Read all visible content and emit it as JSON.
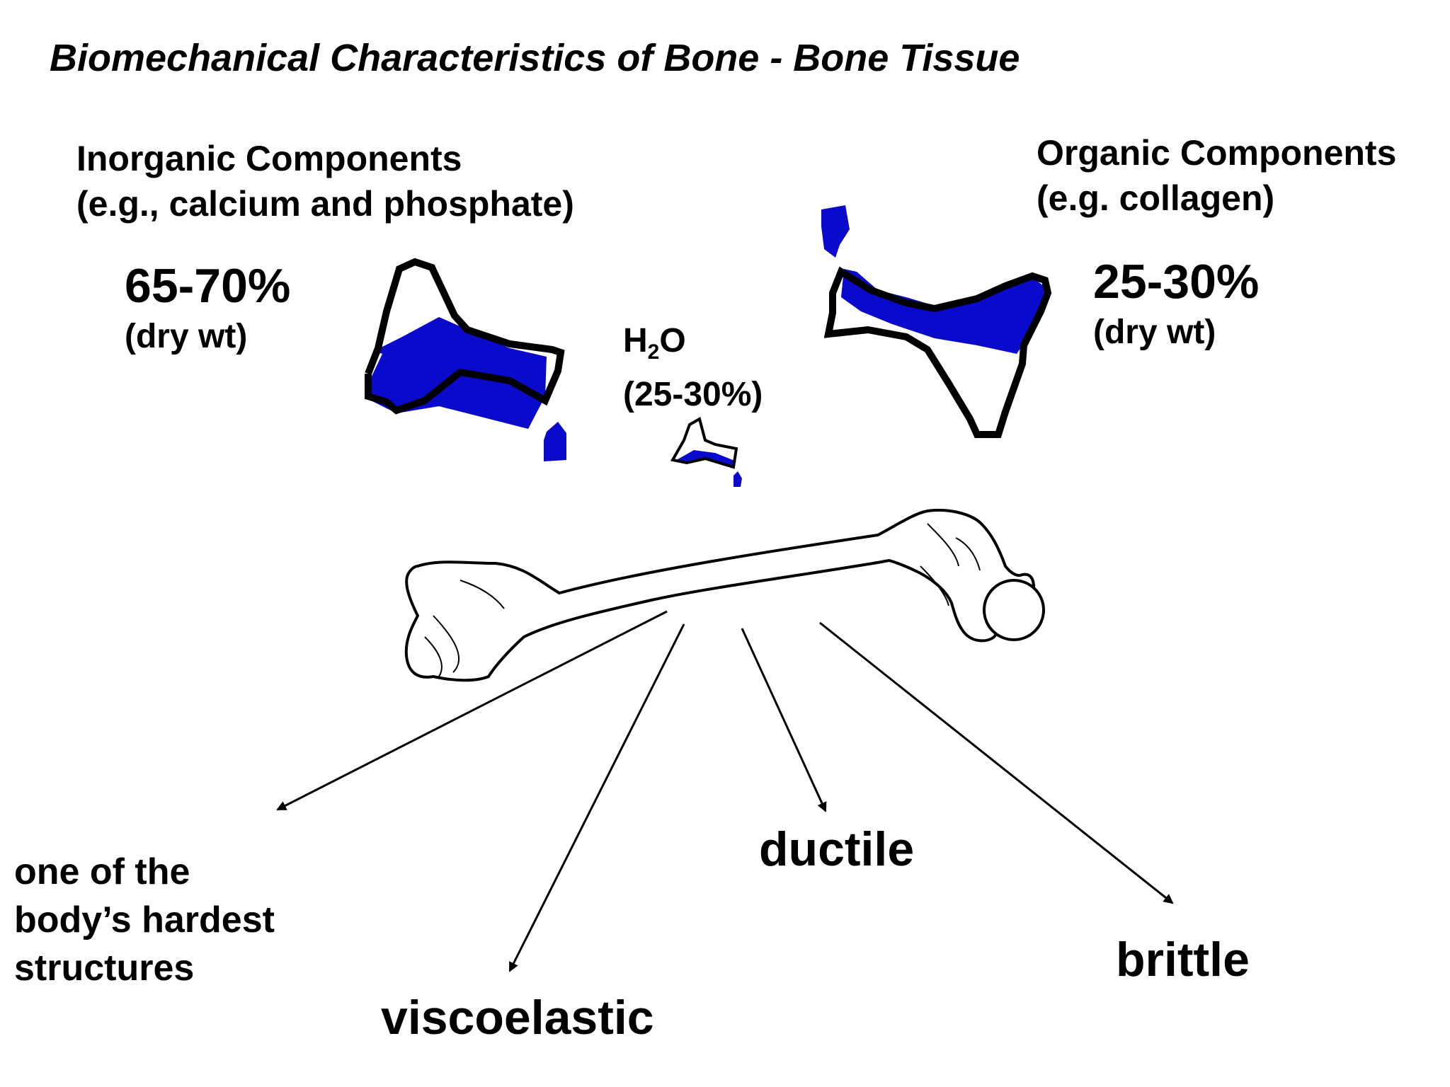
{
  "title": "Biomechanical Characteristics of Bone - Bone Tissue",
  "inorganic": {
    "heading_line1": "Inorganic Components",
    "heading_line2": "(e.g., calcium and phosphate)",
    "percent": "65-70%",
    "basis": "(dry wt)"
  },
  "organic": {
    "heading_line1": "Organic Components",
    "heading_line2": "(e.g. collagen)",
    "percent": "25-30%",
    "basis": "(dry wt)"
  },
  "water": {
    "symbol_h": "H",
    "symbol_sub": "2",
    "symbol_o": "O",
    "percent": "(25-30%)"
  },
  "properties": {
    "hardest_line1": "one of the",
    "hardest_line2": "body’s hardest",
    "hardest_line3": "structures",
    "viscoelastic": "viscoelastic",
    "ductile": "ductile",
    "brittle": "brittle"
  },
  "colors": {
    "fluid": "#0a0acc",
    "outline": "#000000",
    "background": "#ffffff"
  },
  "icons": [
    "beaker-pour-icon",
    "beaker-pour-icon",
    "beaker-pour-icon",
    "femur-bone-illustration"
  ]
}
